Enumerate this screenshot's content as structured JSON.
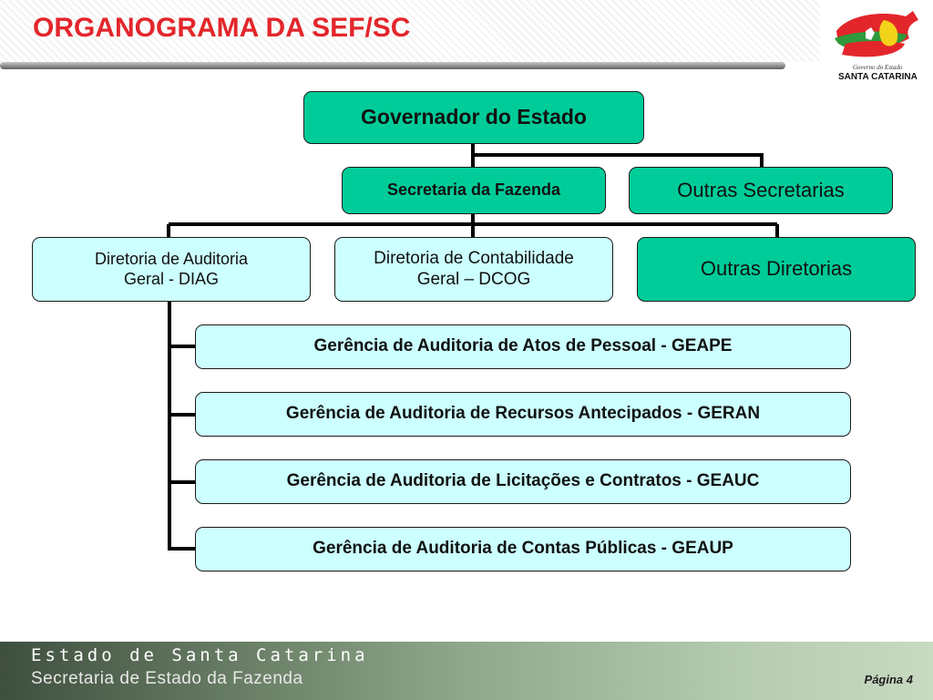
{
  "header": {
    "title": "ORGANOGRAMA DA SEF/SC",
    "logo_line1": "Governo do Estado",
    "logo_line2": "SANTA CATARINA"
  },
  "org": {
    "governor": "Governador do Estado",
    "sef": "Secretaria da Fazenda",
    "other_secretariats": "Outras Secretarias",
    "diag_line1": "Diretoria de Auditoria",
    "diag_line2": "Geral - DIAG",
    "dcog_line1": "Diretoria de Contabilidade",
    "dcog_line2": "Geral – DCOG",
    "other_directorates": "Outras Diretorias",
    "managements": [
      "Gerência de Auditoria de Atos de Pessoal - GEAPE",
      "Gerência de Auditoria de Recursos Antecipados - GERAN",
      "Gerência de Auditoria de Licitações e Contratos - GEAUC",
      "Gerência de Auditoria de Contas Públicas - GEAUP"
    ]
  },
  "footer": {
    "line1": "Estado de Santa Catarina",
    "line2": "Secretaria de Estado da Fazenda",
    "page": "Página 4"
  },
  "colors": {
    "title": "#e3262b",
    "green_box": "#00cc99",
    "light_box": "#ccffff"
  }
}
